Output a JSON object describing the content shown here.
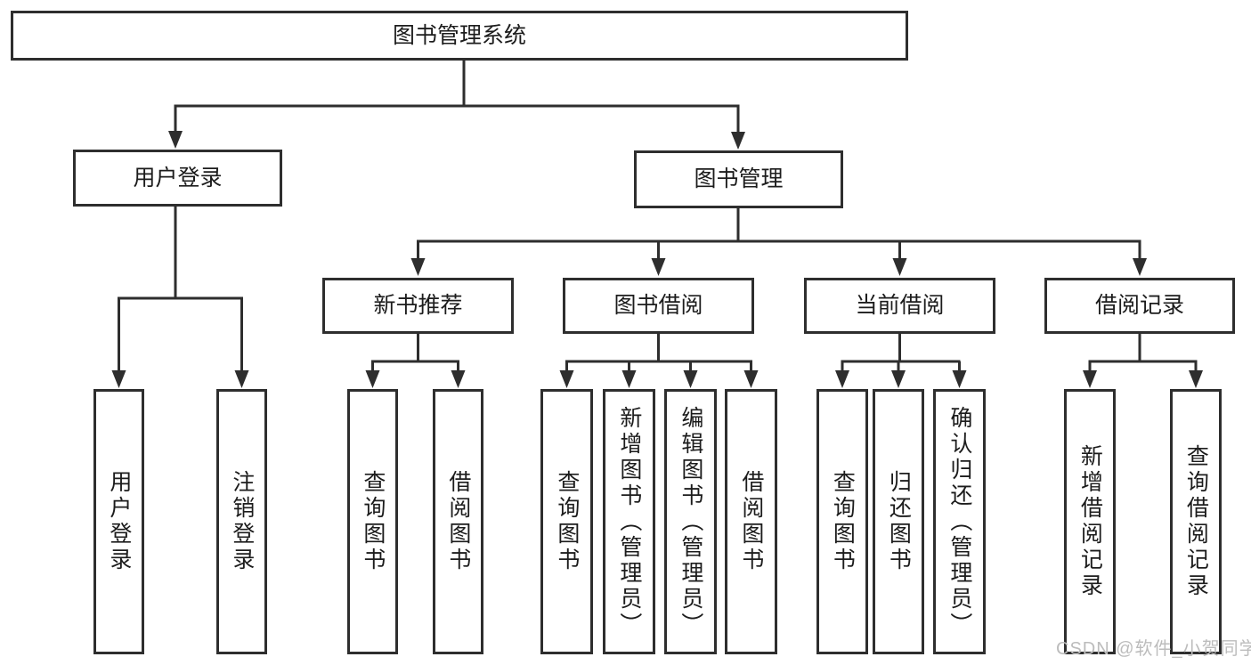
{
  "diagram_type": "hierarchy-tree",
  "root": {
    "label": "图书管理系统"
  },
  "tree": [
    {
      "label": "用户登录",
      "children": [
        {
          "label": "用户登录"
        },
        {
          "label": "注销登录"
        }
      ]
    },
    {
      "label": "图书管理",
      "children": [
        {
          "label": "新书推荐",
          "children": [
            {
              "label": "查询图书"
            },
            {
              "label": "借阅图书"
            }
          ]
        },
        {
          "label": "图书借阅",
          "children": [
            {
              "label": "查询图书"
            },
            {
              "label": "新增图书（管理员）"
            },
            {
              "label": "编辑图书（管理员）"
            },
            {
              "label": "借阅图书"
            }
          ]
        },
        {
          "label": "当前借阅",
          "children": [
            {
              "label": "查询图书"
            },
            {
              "label": "归还图书"
            },
            {
              "label": "确认归还（管理员）"
            }
          ]
        },
        {
          "label": "借阅记录",
          "children": [
            {
              "label": "新增借阅记录"
            },
            {
              "label": "查询借阅记录"
            }
          ]
        }
      ]
    }
  ],
  "watermark": "CSDN @软件_小贺同学",
  "colors": {
    "line": "#2e2e2e",
    "box_border": "#2e2e2e",
    "text": "#1c1c1c",
    "watermark": "#bcbcbc",
    "background": "#ffffff"
  }
}
